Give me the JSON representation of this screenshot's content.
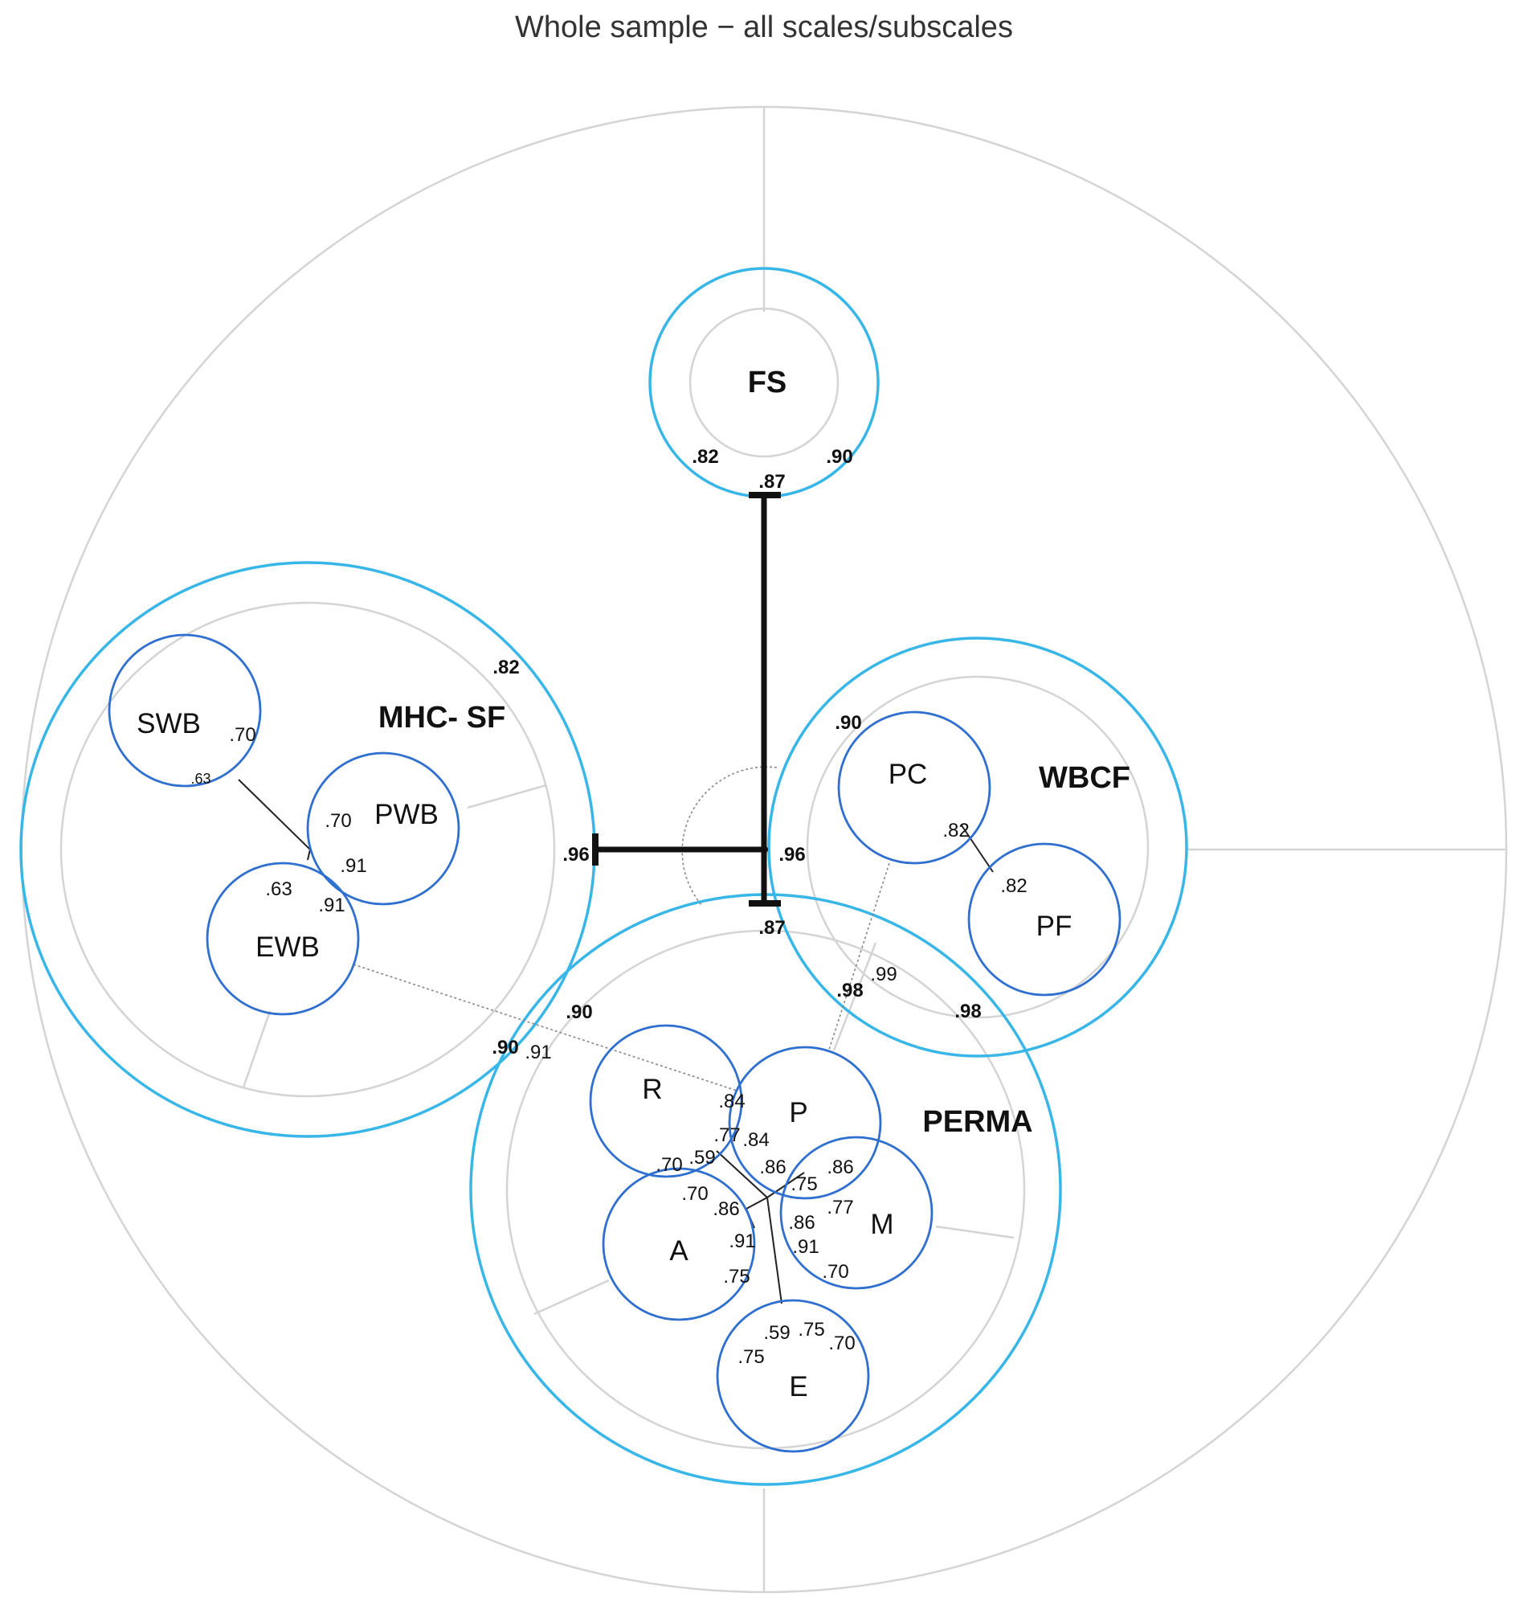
{
  "title": "Whole sample − all scales/subscales",
  "nodes": {
    "fs": "FS",
    "mhc": "MHC- SF",
    "wbcf": "WBCF",
    "perma": "PERMA",
    "swb": "SWB",
    "pwb": "PWB",
    "ewb": "EWB",
    "pc": "PC",
    "pf": "PF",
    "r": "R",
    "p": "P",
    "a": "A",
    "m": "M",
    "e": "E"
  },
  "values": {
    "fs_left": ".82",
    "fs_right": ".90",
    "fs_bottom": ".87",
    "perma_top": ".87",
    "mhc_right": ".96",
    "center": ".96",
    "mhc_upper": ".82",
    "wbcf_upper": ".90",
    "swb_right": ".70",
    "swb_bottom": ".63",
    "pwb_left": ".70",
    "pwb_bottom": ".91",
    "ewb_top": ".63",
    "ewb_right": ".91",
    "pc_pf": ".82",
    "pf_top": ".82",
    "wbcf_perma_a": ".98",
    "wbcf_perma_b": ".99",
    "wbcf_perma_c": ".98",
    "perma_mhc_a": ".90",
    "perma_mhc_b": ".90",
    "perma_mhc_c": ".91",
    "r_1": ".84",
    "r_2": ".77",
    "r_3": ".84",
    "r_4": ".70",
    "r_5": ".59",
    "p_1": ".86",
    "p_2": ".75",
    "p_3": ".86",
    "a_1": ".70",
    "a_2": ".86",
    "a_3": ".91",
    "a_4": ".75",
    "m_1": ".77",
    "m_2": ".86",
    "m_3": ".91",
    "m_4": ".70",
    "e_1": ".59",
    "e_2": ".75",
    "e_3": ".70",
    "e_4": ".75"
  },
  "colors": {
    "scale_ring": "#38b6e8",
    "subscale_ring": "#2f6fcf",
    "grid": "#d4d4d4",
    "link": "#222222"
  }
}
